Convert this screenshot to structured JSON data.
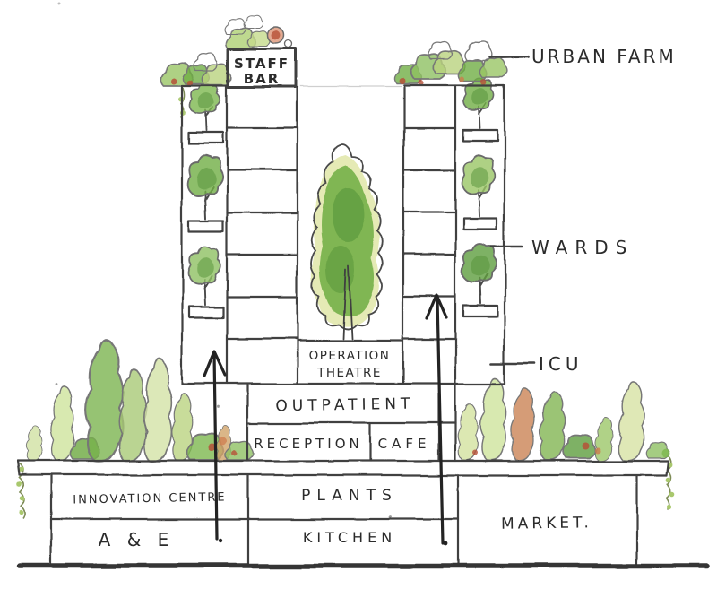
{
  "labels": {
    "urban_farm": "URBAN FARM",
    "staff_bar": {
      "line1": "STAFF",
      "line2": "BAR"
    },
    "wards": "WARDS",
    "icu": "ICU",
    "operation_theatre": {
      "line1": "OPERATION",
      "line2": "THEATRE"
    },
    "outpatient": "OUTPATIENT",
    "reception": "RECEPTION",
    "cafe": "CAFE",
    "innovation_centre": "INNOVATION CENTRE",
    "plants": "PLANTS",
    "a_and_e": "A & E",
    "kitchen": "KITCHEN",
    "market": "MARKET."
  },
  "colors": {
    "paper": "#ffffff",
    "ink": "#3f3f3f",
    "arrow": "#232323",
    "leaf_dark": "#4f8f33",
    "leaf_mid": "#6fae43",
    "leaf_light": "#b9d27e",
    "leaf_pale": "#d6e2a2",
    "accent_orange": "#cd7d4e",
    "accent_red": "#b65138"
  }
}
